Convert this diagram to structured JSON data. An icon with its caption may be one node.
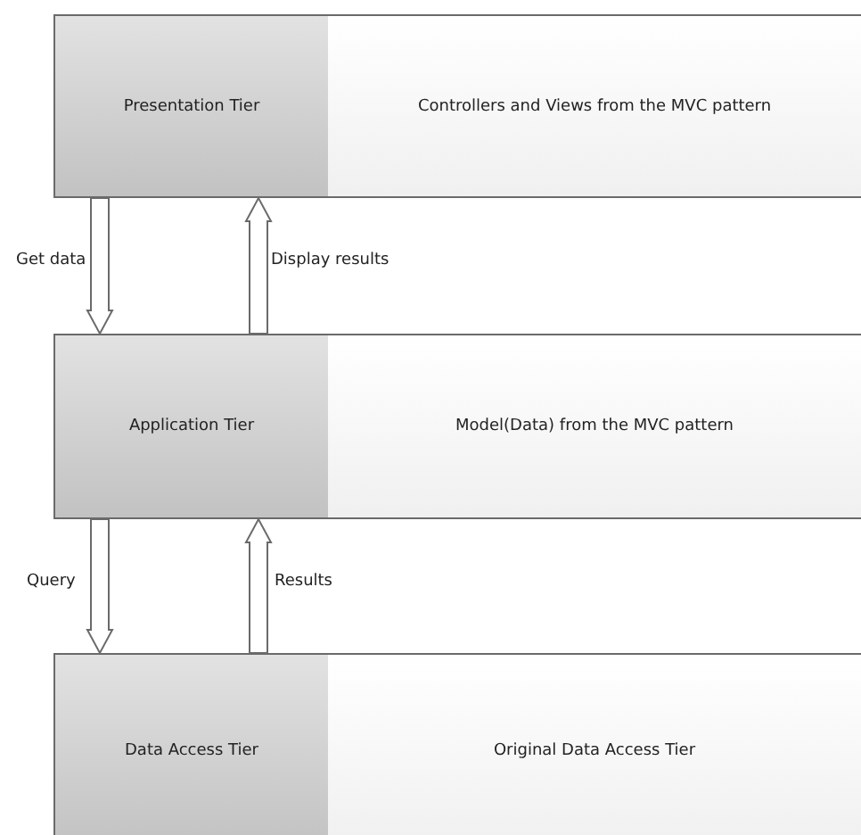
{
  "diagram": {
    "nodes": [
      {
        "text": [
          "Presentation Tier"
        ]
      },
      {
        "text": [
          "Controllers and Views from the MVC pattern"
        ]
      },
      {
        "text": [
          "Application Tier"
        ]
      },
      {
        "text": [
          "Model(Data) from the MVC pattern"
        ]
      },
      {
        "text": [
          "Data Access Tier"
        ]
      },
      {
        "text": [
          "Original Data Access Tier"
        ]
      }
    ],
    "edges": [
      {
        "from": 0,
        "to": 2,
        "arrow": "to",
        "label": "Get data"
      },
      {
        "from": 2,
        "to": 0,
        "arrow": "to",
        "label": "Display results"
      },
      {
        "from": 2,
        "to": 4,
        "arrow": "to",
        "label": "Query"
      },
      {
        "from": 4,
        "to": 2,
        "arrow": "to",
        "label": "Results"
      }
    ]
  }
}
